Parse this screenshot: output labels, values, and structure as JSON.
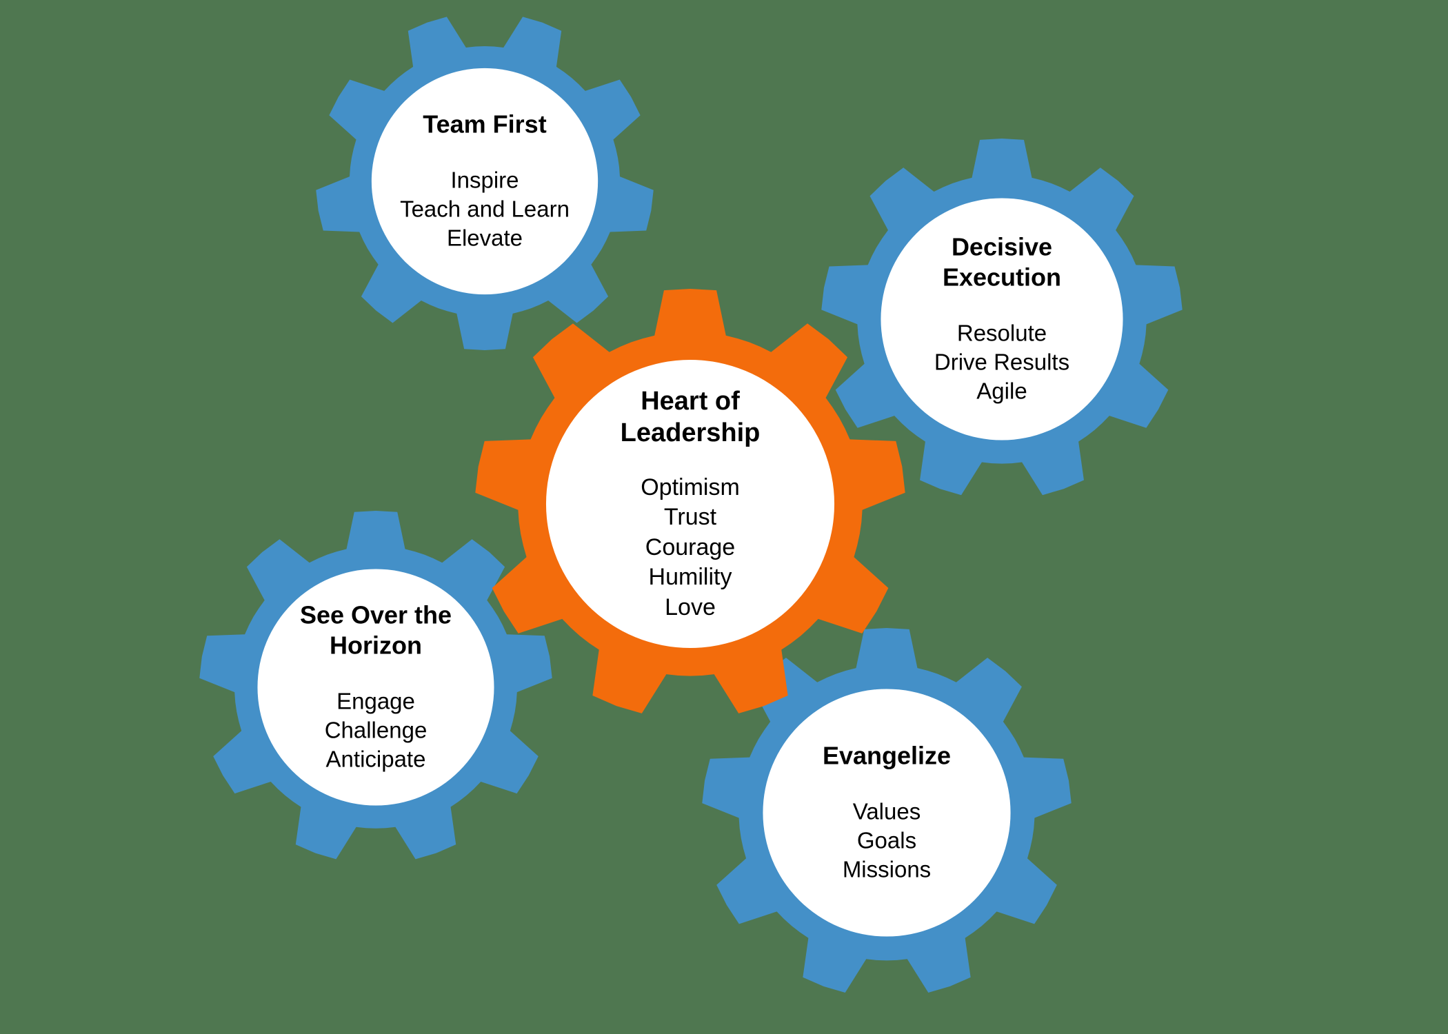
{
  "colors": {
    "background": "#4F7750",
    "gear_blue": "#4490C8",
    "gear_orange": "#F36C0C",
    "inner_circle": "#FFFFFF",
    "text": "#000000"
  },
  "gears": [
    {
      "name": "Team First",
      "title_lines": [
        "Team First"
      ],
      "items": [
        "Inspire",
        "Teach and Learn",
        "Elevate"
      ]
    },
    {
      "name": "Decisive Execution",
      "title_lines": [
        "Decisive",
        "Execution"
      ],
      "items": [
        "Resolute",
        "Drive Results",
        "Agile"
      ]
    },
    {
      "name": "Heart of Leadership",
      "title_lines": [
        "Heart of",
        "Leadership"
      ],
      "items": [
        "Optimism",
        "Trust",
        "Courage",
        "Humility",
        "Love"
      ]
    },
    {
      "name": "See Over the Horizon",
      "title_lines": [
        "See Over the",
        "Horizon"
      ],
      "items": [
        "Engage",
        "Challenge",
        "Anticipate"
      ]
    },
    {
      "name": "Evangelize",
      "title_lines": [
        "Evangelize"
      ],
      "items": [
        "Values",
        "Goals",
        "Missions"
      ]
    }
  ]
}
